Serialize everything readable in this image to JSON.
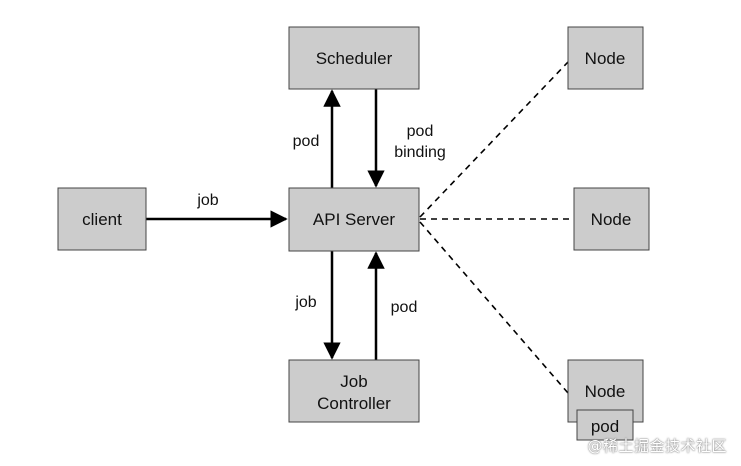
{
  "nodes": {
    "scheduler": "Scheduler",
    "client": "client",
    "api_server": "API Server",
    "job_controller_line1": "Job",
    "job_controller_line2": "Controller",
    "node_top": "Node",
    "node_middle": "Node",
    "node_bottom": "Node",
    "pod_box": "pod"
  },
  "edges": {
    "client_to_api": "job",
    "api_to_scheduler": "pod",
    "scheduler_to_api_line1": "pod",
    "scheduler_to_api_line2": "binding",
    "api_to_job_controller": "job",
    "job_controller_to_api": "pod"
  },
  "watermark": "@稀土掘金技术社区",
  "colors": {
    "box_fill": "#cccccc",
    "box_stroke": "#444444",
    "line": "#000000"
  }
}
